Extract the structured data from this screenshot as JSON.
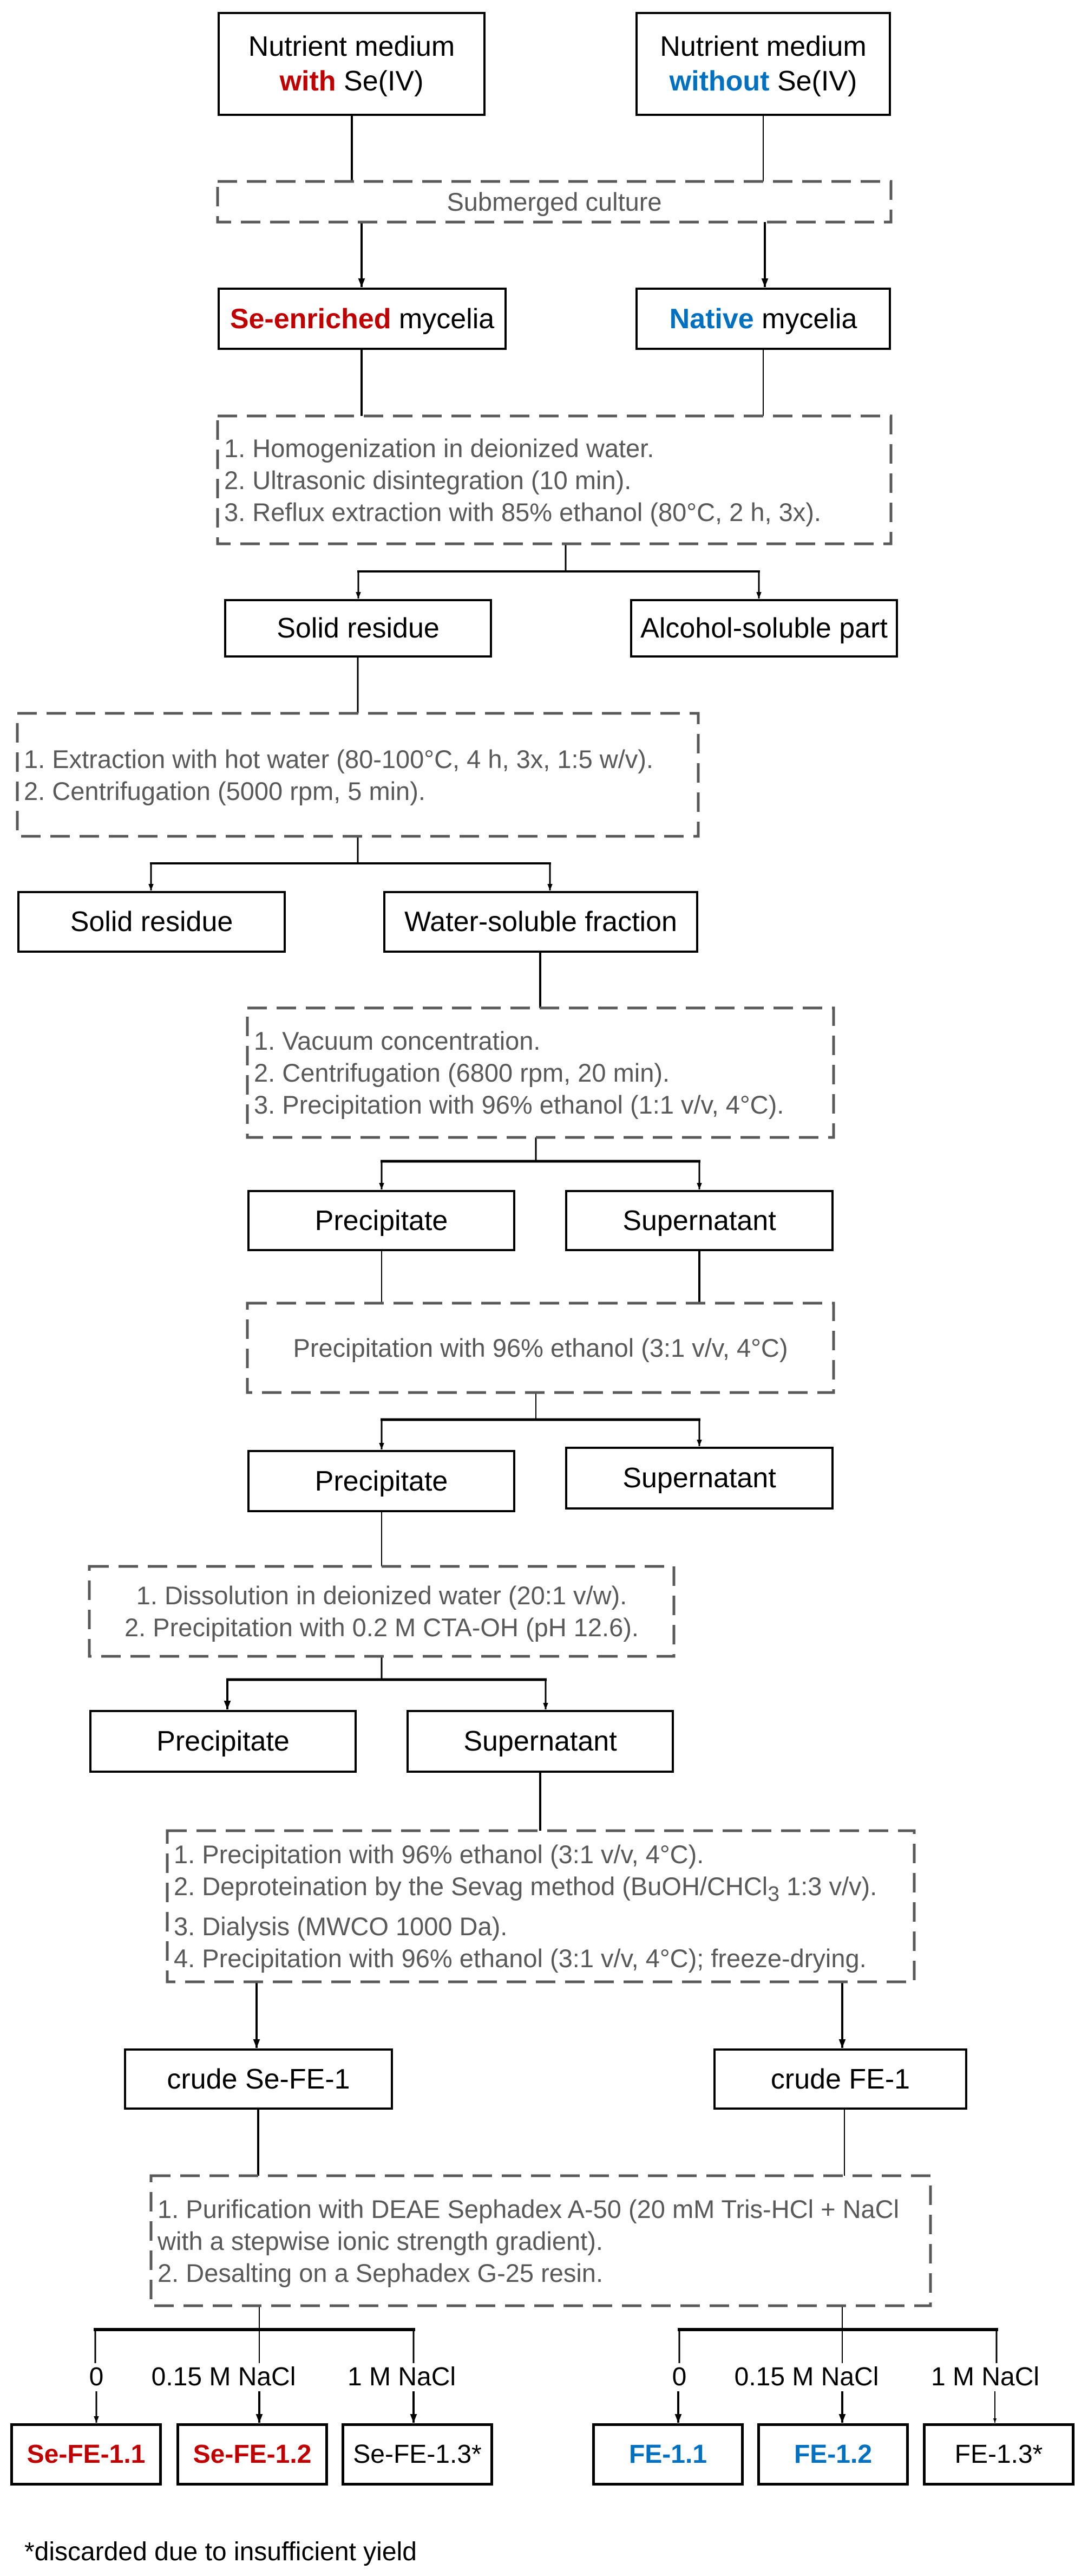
{
  "colors": {
    "red": "#c00000",
    "blue": "#0070c0",
    "dashed_step": "#595959",
    "box_border": "#000000"
  },
  "nodes": {
    "medium_with": {
      "lines": [
        [
          {
            "text": "Nutrient medium"
          }
        ],
        [
          {
            "text": "with",
            "style": "red"
          },
          {
            "text": " Se(IV)"
          }
        ]
      ]
    },
    "medium_without": {
      "lines": [
        [
          {
            "text": "Nutrient medium"
          }
        ],
        [
          {
            "text": "without",
            "style": "blue"
          },
          {
            "text": " Se(IV)"
          }
        ]
      ]
    },
    "submerged": {
      "lines": [
        [
          {
            "text": "Submerged culture"
          }
        ]
      ]
    },
    "se_mycelia": {
      "lines": [
        [
          {
            "text": "Se-enriched",
            "style": "red"
          },
          {
            "text": " mycelia"
          }
        ]
      ]
    },
    "native_mycelia": {
      "lines": [
        [
          {
            "text": "Native",
            "style": "blue"
          },
          {
            "text": " mycelia"
          }
        ]
      ]
    },
    "step_ethanol_extraction": {
      "lines": [
        [
          {
            "text": "1. Homogenization in deionized water."
          }
        ],
        [
          {
            "text": "2. Ultrasonic disintegration (10 min)."
          }
        ],
        [
          {
            "text": "3. Reflux extraction with 85% ethanol  (80°C, 2 h, 3x)."
          }
        ]
      ]
    },
    "solid_residue_1": {
      "lines": [
        [
          {
            "text": "Solid residue"
          }
        ]
      ]
    },
    "alcohol_soluble": {
      "lines": [
        [
          {
            "text": "Alcohol-soluble part"
          }
        ]
      ]
    },
    "step_hot_water": {
      "lines": [
        [
          {
            "text": "1. Extraction with hot water (80-100°C, 4 h, 3x, 1:5 w/v)."
          }
        ],
        [
          {
            "text": "2. Centrifugation (5000 rpm, 5 min)."
          }
        ]
      ]
    },
    "solid_residue_2": {
      "lines": [
        [
          {
            "text": "Solid residue"
          }
        ]
      ]
    },
    "water_soluble": {
      "lines": [
        [
          {
            "text": "Water-soluble fraction"
          }
        ]
      ]
    },
    "step_concentration": {
      "lines": [
        [
          {
            "text": "1. Vacuum concentration."
          }
        ],
        [
          {
            "text": "2. Centrifugation (6800 rpm, 20 min)."
          }
        ],
        [
          {
            "text": "3. Precipitation with 96% ethanol (1:1 v/v, 4°C)."
          }
        ]
      ]
    },
    "precipitate_1": {
      "lines": [
        [
          {
            "text": "Precipitate"
          }
        ]
      ]
    },
    "supernatant_1": {
      "lines": [
        [
          {
            "text": "Supernatant"
          }
        ]
      ]
    },
    "step_precip_31": {
      "lines": [
        [
          {
            "text": "Precipitation with 96% ethanol (3:1 v/v, 4°C)"
          }
        ]
      ]
    },
    "precipitate_2": {
      "lines": [
        [
          {
            "text": "Precipitate"
          }
        ]
      ]
    },
    "supernatant_2": {
      "lines": [
        [
          {
            "text": "Supernatant"
          }
        ]
      ]
    },
    "step_cta": {
      "lines": [
        [
          {
            "text": "1. Dissolution in deionized water (20:1 v/w)."
          }
        ],
        [
          {
            "text": "2. Precipitation with 0.2 M CTA-OH (pH 12.6)."
          }
        ]
      ]
    },
    "precipitate_3": {
      "lines": [
        [
          {
            "text": "Precipitate"
          }
        ]
      ]
    },
    "supernatant_3": {
      "lines": [
        [
          {
            "text": "Supernatant"
          }
        ]
      ]
    },
    "step_sevag": {
      "lines": [
        [
          {
            "text": "1. Precipitation with 96% ethanol (3:1 v/v, 4°C)."
          }
        ],
        [
          {
            "text": "2. Deproteination by the Sevag method (BuOH/CHCl"
          },
          {
            "text": "3",
            "sub": true
          },
          {
            "text": " 1:3 v/v)."
          }
        ],
        [
          {
            "text": "3. Dialysis (MWCO 1000 Da)."
          }
        ],
        [
          {
            "text": "4. Precipitation with 96% ethanol (3:1 v/v, 4°C); freeze-drying."
          }
        ]
      ]
    },
    "crude_se_fe1": {
      "lines": [
        [
          {
            "text": "crude Se-FE-1"
          }
        ]
      ]
    },
    "crude_fe1": {
      "lines": [
        [
          {
            "text": "crude FE-1"
          }
        ]
      ]
    },
    "step_deae": {
      "lines": [
        [
          {
            "text": "1. Purification with DEAE Sephadex A-50 (20 mM Tris-HCl + NaCl"
          }
        ],
        [
          {
            "text": "with a stepwise ionic strength gradient)."
          }
        ],
        [
          {
            "text": "2. Desalting on a Sephadex G-25 resin."
          }
        ]
      ]
    },
    "se_fe_1_1": {
      "lines": [
        [
          {
            "text": "Se-FE-1.1",
            "style": "red"
          }
        ]
      ]
    },
    "se_fe_1_2": {
      "lines": [
        [
          {
            "text": "Se-FE-1.2",
            "style": "red"
          }
        ]
      ]
    },
    "se_fe_1_3": {
      "lines": [
        [
          {
            "text": "Se-FE-1.3*"
          }
        ]
      ]
    },
    "fe_1_1": {
      "lines": [
        [
          {
            "text": "FE-1.1",
            "style": "blue"
          }
        ]
      ]
    },
    "fe_1_2": {
      "lines": [
        [
          {
            "text": "FE-1.2",
            "style": "blue"
          }
        ]
      ]
    },
    "fe_1_3": {
      "lines": [
        [
          {
            "text": "FE-1.3*"
          }
        ]
      ]
    }
  },
  "gradient_labels": {
    "se": [
      "0",
      "0.15 M NaCl",
      "1 M NaCl"
    ],
    "fe": [
      "0",
      "0.15 M NaCl",
      "1 M NaCl"
    ]
  },
  "footnote": "*discarded due to insufficient yield"
}
